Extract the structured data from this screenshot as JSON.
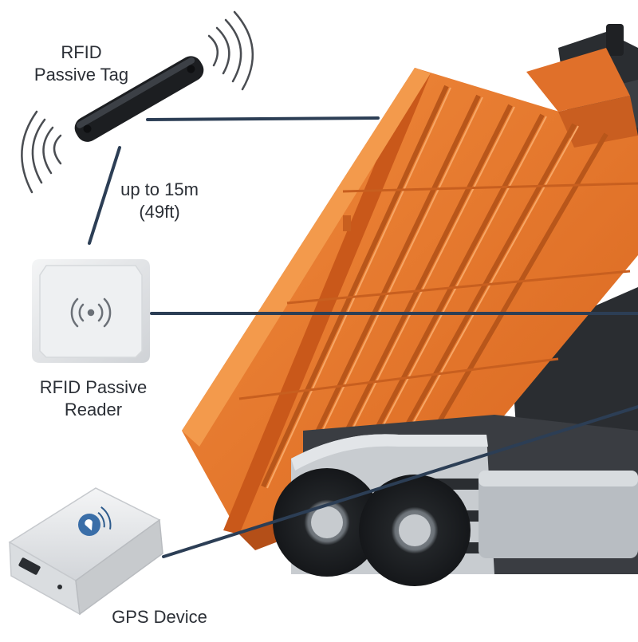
{
  "labels": {
    "tag": [
      "RFID",
      "Passive Tag"
    ],
    "range": [
      "up to 15m",
      "(49ft)"
    ],
    "reader": [
      "RFID Passive",
      "Reader"
    ],
    "gps": "GPS Device"
  },
  "colors": {
    "connector_line": "#2c3e55",
    "container_orange": "#e8762c",
    "truck_dark": "#2a2d31",
    "device_white": "#ecedef",
    "text": "#2b2f36"
  },
  "icons": {
    "tag": "rfid-tag-icon",
    "reader": "rfid-reader-icon",
    "gps": "gps-device-icon",
    "truck": "hook-lift-truck-image"
  }
}
